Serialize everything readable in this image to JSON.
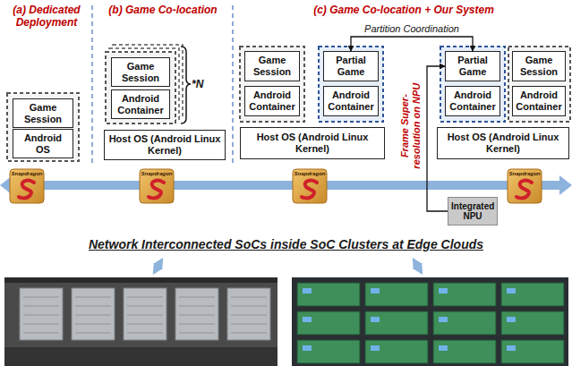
{
  "diagram": {
    "nodes": [
      {
        "text": [
          "Game Session"
        ]
      },
      {
        "text": [
          "Android OS"
        ]
      },
      {
        "text": [
          "Game Session"
        ]
      },
      {
        "text": [
          "Android Container"
        ]
      },
      {
        "text": [
          "Host OS (Android Linux Kernel)"
        ]
      },
      {
        "text": [
          "Game Session"
        ]
      },
      {
        "text": [
          "Android Container"
        ]
      },
      {
        "text": [
          "Partial Game"
        ]
      },
      {
        "text": [
          "Android Container"
        ]
      },
      {
        "text": [
          "Host OS (Android Linux Kernel)"
        ]
      },
      {
        "text": [
          "Partial Game"
        ]
      },
      {
        "text": [
          "Android Container"
        ]
      },
      {
        "text": [
          "Game Session"
        ]
      },
      {
        "text": [
          "Android Container"
        ]
      },
      {
        "text": [
          "Host OS (Android Linux Kernel)"
        ]
      },
      {
        "text": [
          "Integrated NPU"
        ]
      }
    ],
    "edges": [
      {
        "from": 7,
        "to": 10,
        "arrow": "both",
        "label": "Partition Coordination"
      },
      {
        "from": 15,
        "to": 10,
        "arrow": "to",
        "label": "Frame Super-resolution on NPU"
      }
    ],
    "labels": [
      "(a) Dedicated Deployment",
      "(b) Game Co-location",
      "(c) Game Co-location + Our System",
      "*N",
      "Snapdragon",
      "Snapdragon",
      "Snapdragon",
      "Snapdragon",
      "Network Interconnected SoCs inside SoC Clusters at Edge Clouds"
    ]
  }
}
